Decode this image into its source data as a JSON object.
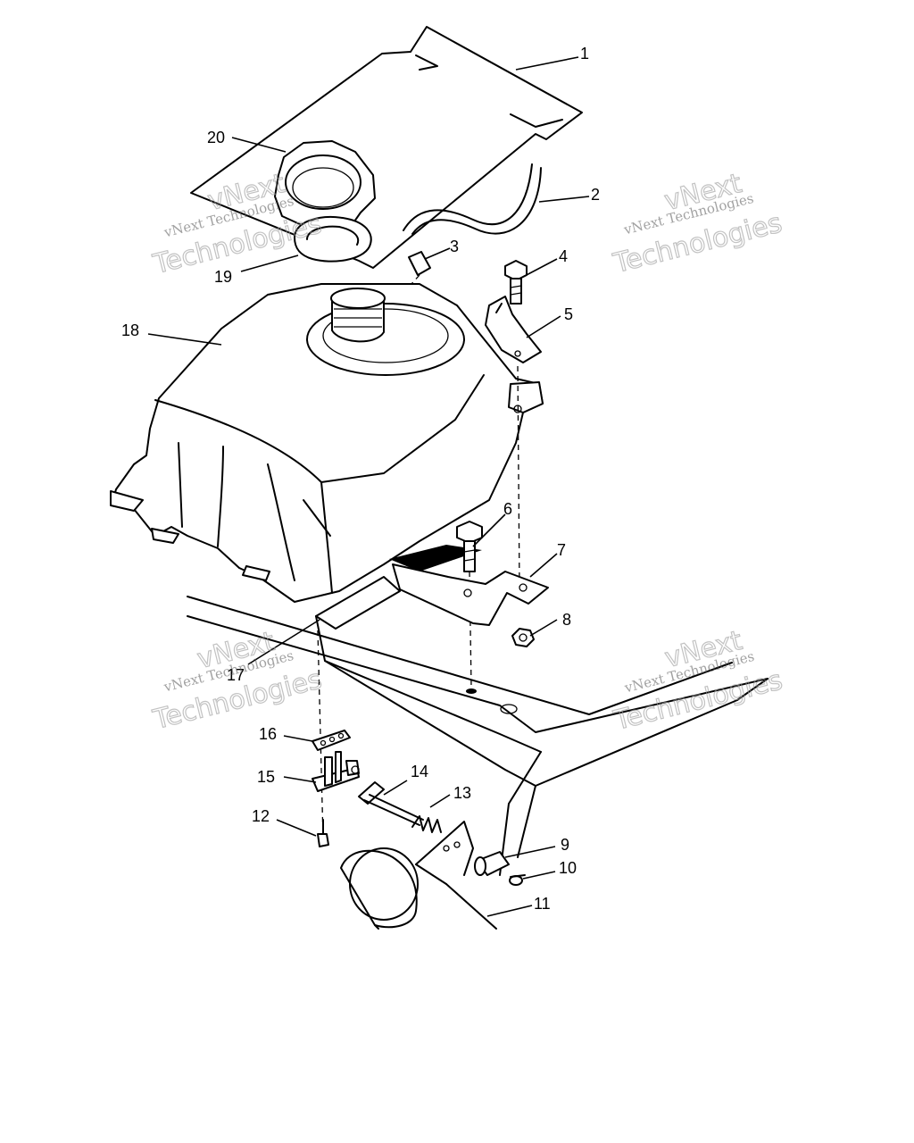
{
  "callouts": [
    {
      "id": "1",
      "label": "1"
    },
    {
      "id": "2",
      "label": "2"
    },
    {
      "id": "3",
      "label": "3"
    },
    {
      "id": "4",
      "label": "4"
    },
    {
      "id": "5",
      "label": "5"
    },
    {
      "id": "6",
      "label": "6"
    },
    {
      "id": "7",
      "label": "7"
    },
    {
      "id": "8",
      "label": "8"
    },
    {
      "id": "9",
      "label": "9"
    },
    {
      "id": "10",
      "label": "10"
    },
    {
      "id": "11",
      "label": "11"
    },
    {
      "id": "12",
      "label": "12"
    },
    {
      "id": "13",
      "label": "13"
    },
    {
      "id": "14",
      "label": "14"
    },
    {
      "id": "15",
      "label": "15"
    },
    {
      "id": "16",
      "label": "16"
    },
    {
      "id": "17",
      "label": "17"
    },
    {
      "id": "18",
      "label": "18"
    },
    {
      "id": "19",
      "label": "19"
    },
    {
      "id": "20",
      "label": "20"
    }
  ],
  "watermark": {
    "line1": "vNext Technologies",
    "line2": "Technologies",
    "badge": "vNext"
  }
}
